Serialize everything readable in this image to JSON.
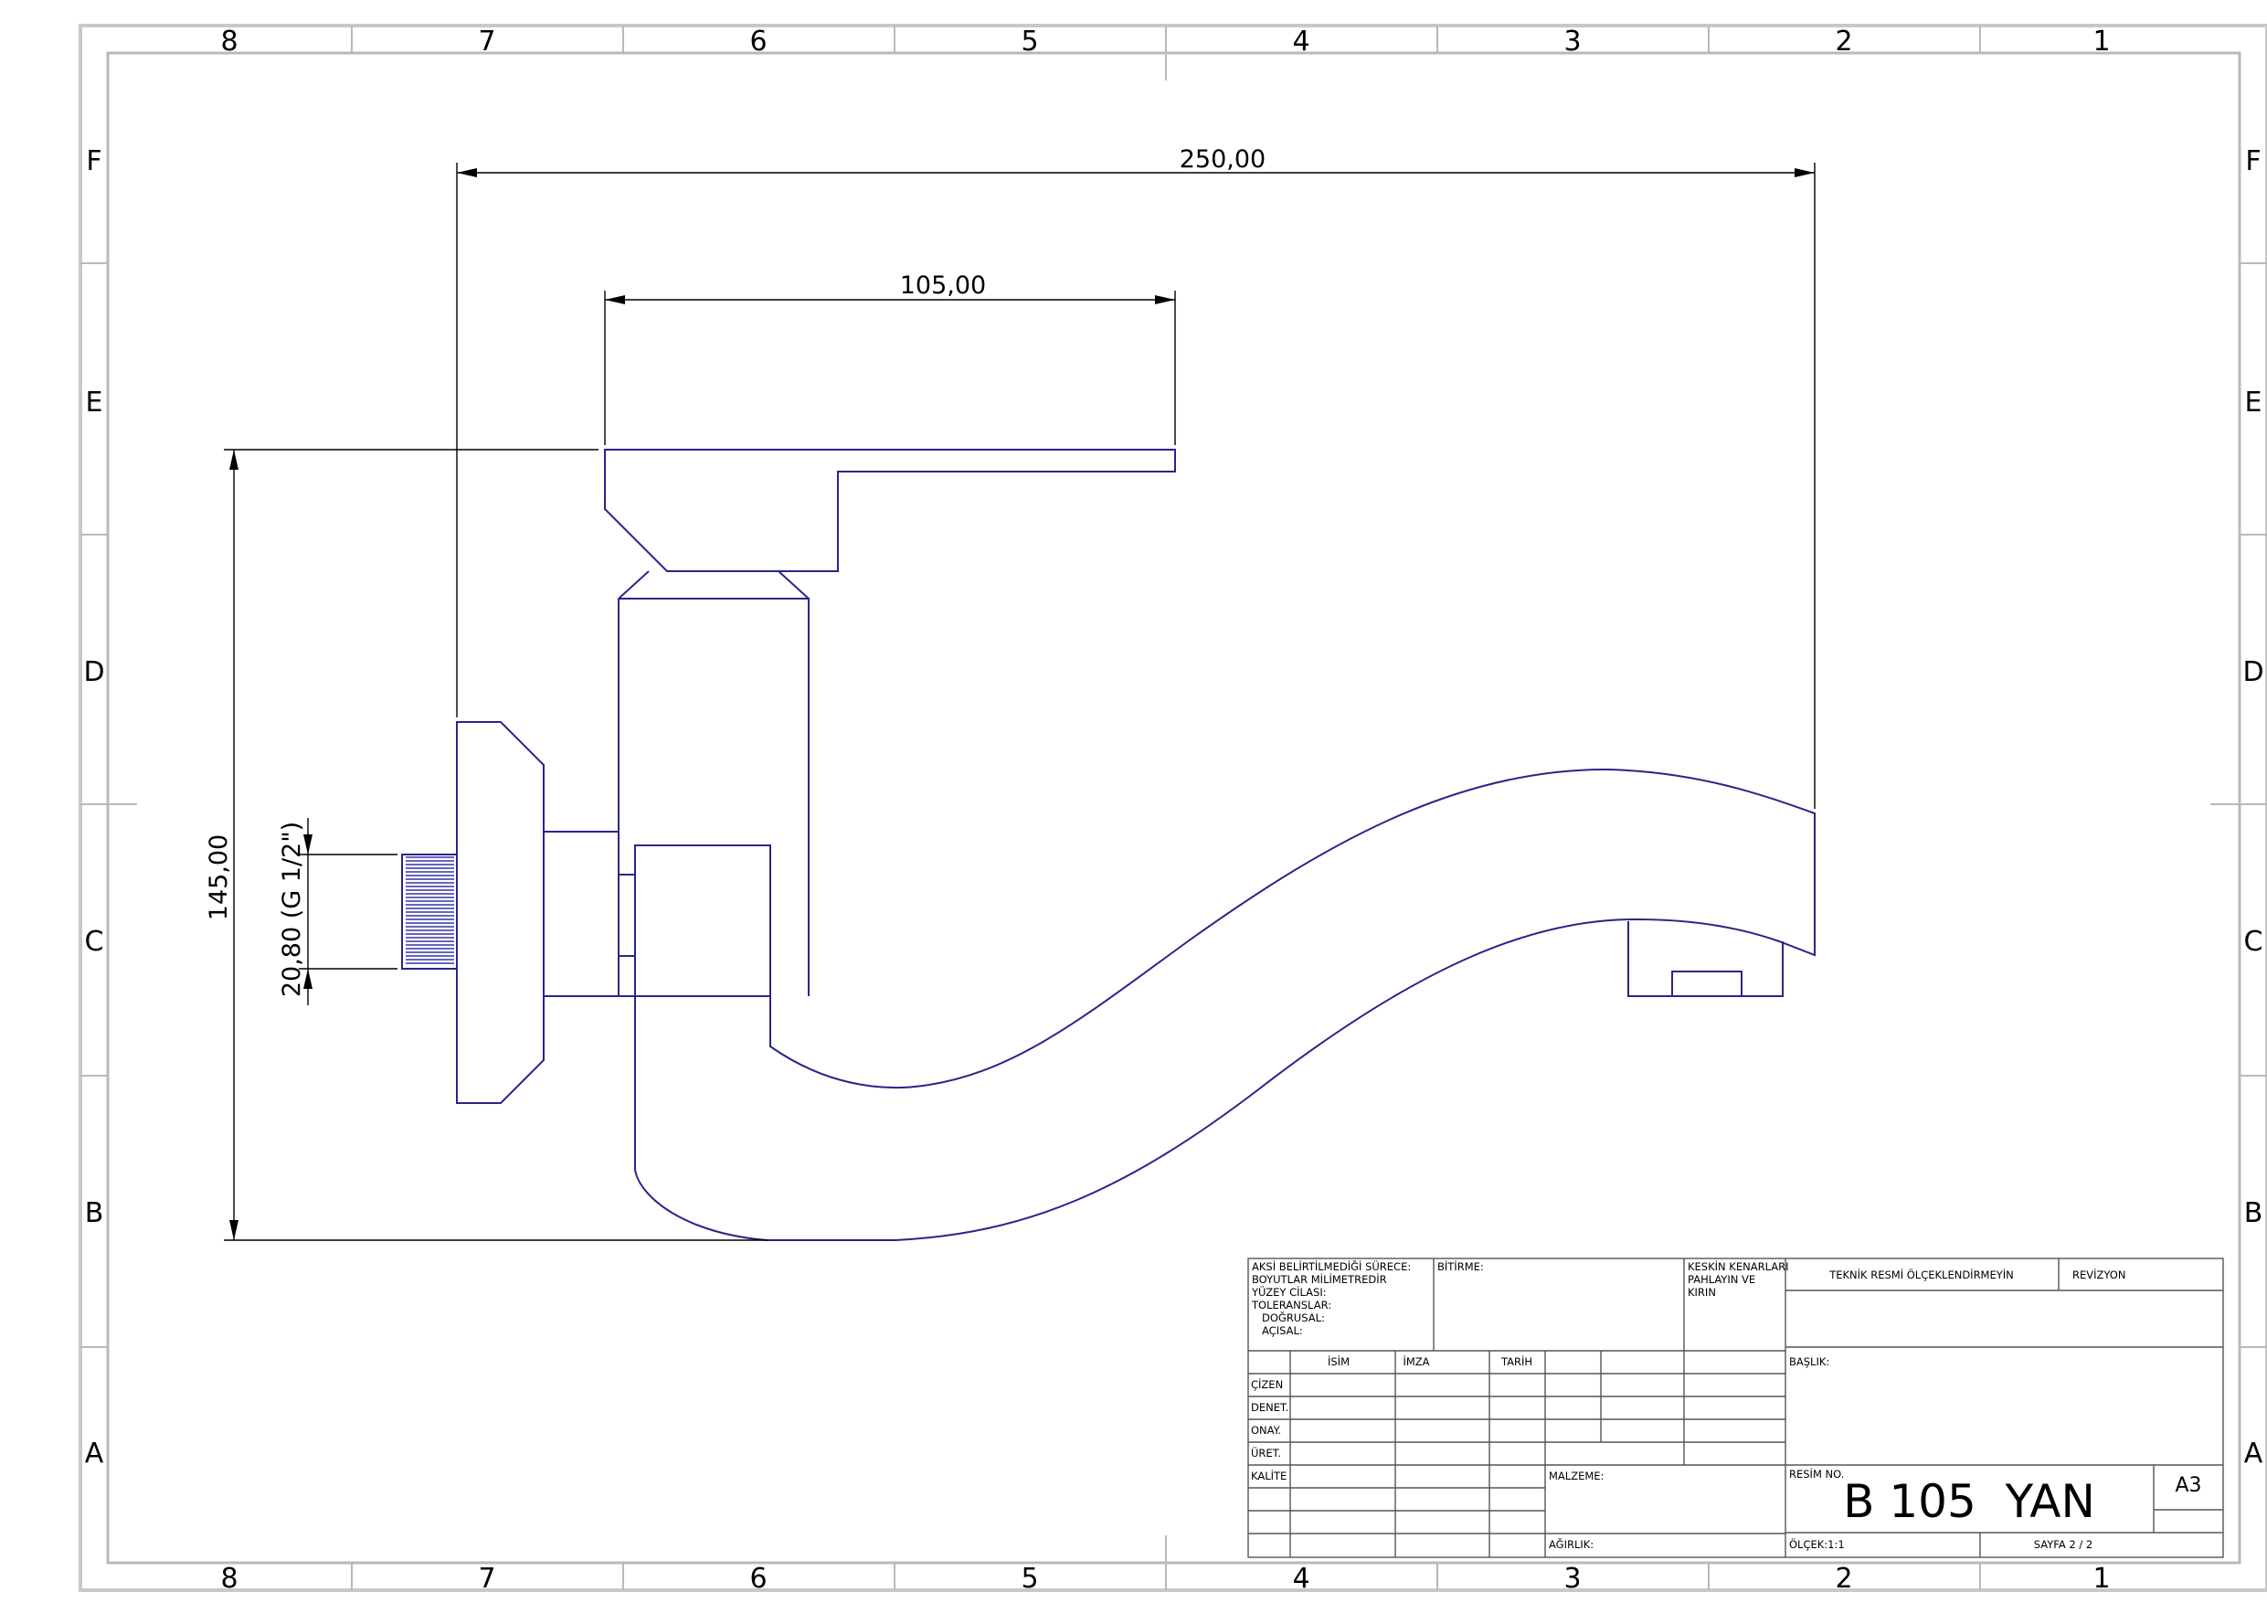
{
  "zones": {
    "columns": [
      "8",
      "7",
      "6",
      "5",
      "4",
      "3",
      "2",
      "1"
    ],
    "rows": [
      "F",
      "E",
      "D",
      "C",
      "B",
      "A"
    ]
  },
  "dimensions": {
    "overall_length": "250,00",
    "lever_length": "105,00",
    "height": "145,00",
    "thread": "20,80 (G 1/2\")"
  },
  "title_block": {
    "general_notes": [
      "AKSİ BELİRTİLMEDİĞİ SÜRECE:",
      "BOYUTLAR MİLİMETREDİR",
      "YÜZEY CİLASI:",
      "TOLERANSLAR:",
      "DOĞRUSAL:",
      "AÇISAL:"
    ],
    "finish_label": "BİTİRME:",
    "deburr_note": [
      "KESKİN KENARLARI",
      "PAHLAYIN VE",
      "KIRIN"
    ],
    "do_not_scale": "TEKNİK RESMİ ÖLÇEKLENDİRMEYİN",
    "revision_label": "REVİZYON",
    "headers": [
      "İSİM",
      "İMZA",
      "TARİH"
    ],
    "rows": [
      "ÇİZEN",
      "DENET.",
      "ONAY.",
      "ÜRET.",
      "KALİTE"
    ],
    "title_label": "BAŞLIK:",
    "material_label": "MALZEME:",
    "drawing_no_label": "RESİM NO.",
    "drawing_no": "B 105  YAN",
    "sheet_size": "A3",
    "weight_label": "AĞIRLIK:",
    "scale": "ÖLÇEK:1:1",
    "sheet": "SAYFA 2 / 2"
  }
}
